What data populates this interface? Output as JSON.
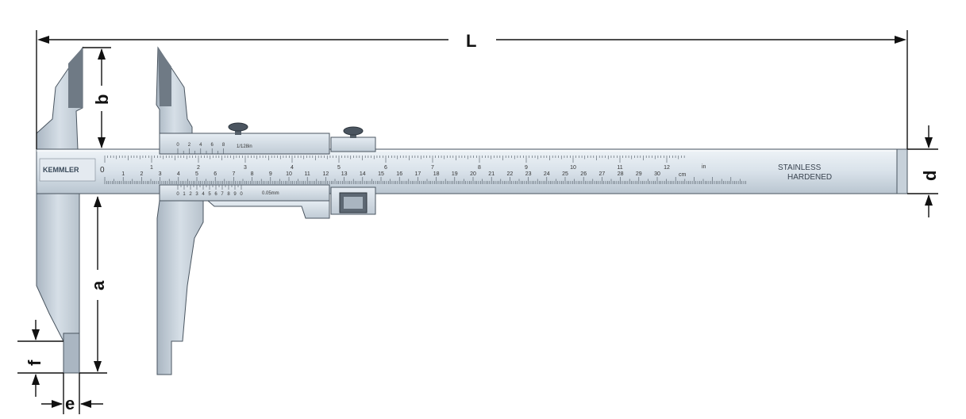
{
  "dimensions": {
    "L": "L",
    "a": "a",
    "b": "b",
    "d": "d",
    "e": "e",
    "f": "f"
  },
  "markings": {
    "brand": "KEMMLER",
    "zero": "0",
    "stainless": "STAINLESS",
    "hardened": "HARDENED",
    "cm_unit": "cm",
    "in_unit": "in",
    "upper_vernier_label": "1/128in",
    "lower_vernier_label": "0.05mm"
  },
  "scales": {
    "cm_numbers": [
      "1",
      "2",
      "3",
      "4",
      "5",
      "6",
      "7",
      "8",
      "9",
      "10",
      "11",
      "12",
      "13",
      "14",
      "15",
      "16",
      "17",
      "18",
      "19",
      "20",
      "21",
      "22",
      "23",
      "24",
      "25",
      "26",
      "27",
      "28",
      "29",
      "30"
    ],
    "inch_numbers": [
      "1",
      "2",
      "3",
      "4",
      "5",
      "6",
      "7",
      "8",
      "9",
      "10",
      "11",
      "12"
    ],
    "upper_vernier_numbers": [
      "0",
      "2",
      "4",
      "6",
      "8"
    ],
    "lower_vernier_numbers": [
      "0",
      "1",
      "2",
      "3",
      "4",
      "5",
      "6",
      "7",
      "8",
      "9",
      "0"
    ]
  },
  "colors": {
    "steel_light": "#dde6ee",
    "steel_mid": "#c3ced8",
    "steel_dark": "#8e9aa6",
    "jaw_shade": "#6f7a85",
    "outline": "#4a5560",
    "dimension_line": "#111111"
  }
}
